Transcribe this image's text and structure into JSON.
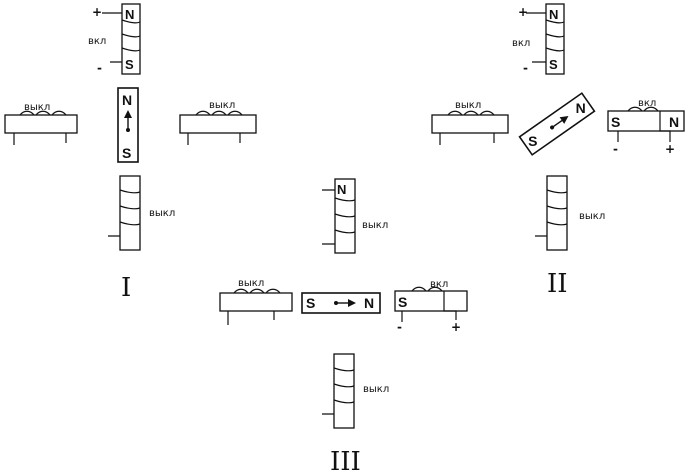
{
  "labels": {
    "on": "вкл",
    "off": "выкл"
  },
  "poles": {
    "north": "N",
    "south": "S"
  },
  "signs": {
    "plus": "+",
    "minus": "-"
  },
  "groups": [
    {
      "numeral": "I"
    },
    {
      "numeral": "II"
    },
    {
      "numeral": "III"
    }
  ]
}
